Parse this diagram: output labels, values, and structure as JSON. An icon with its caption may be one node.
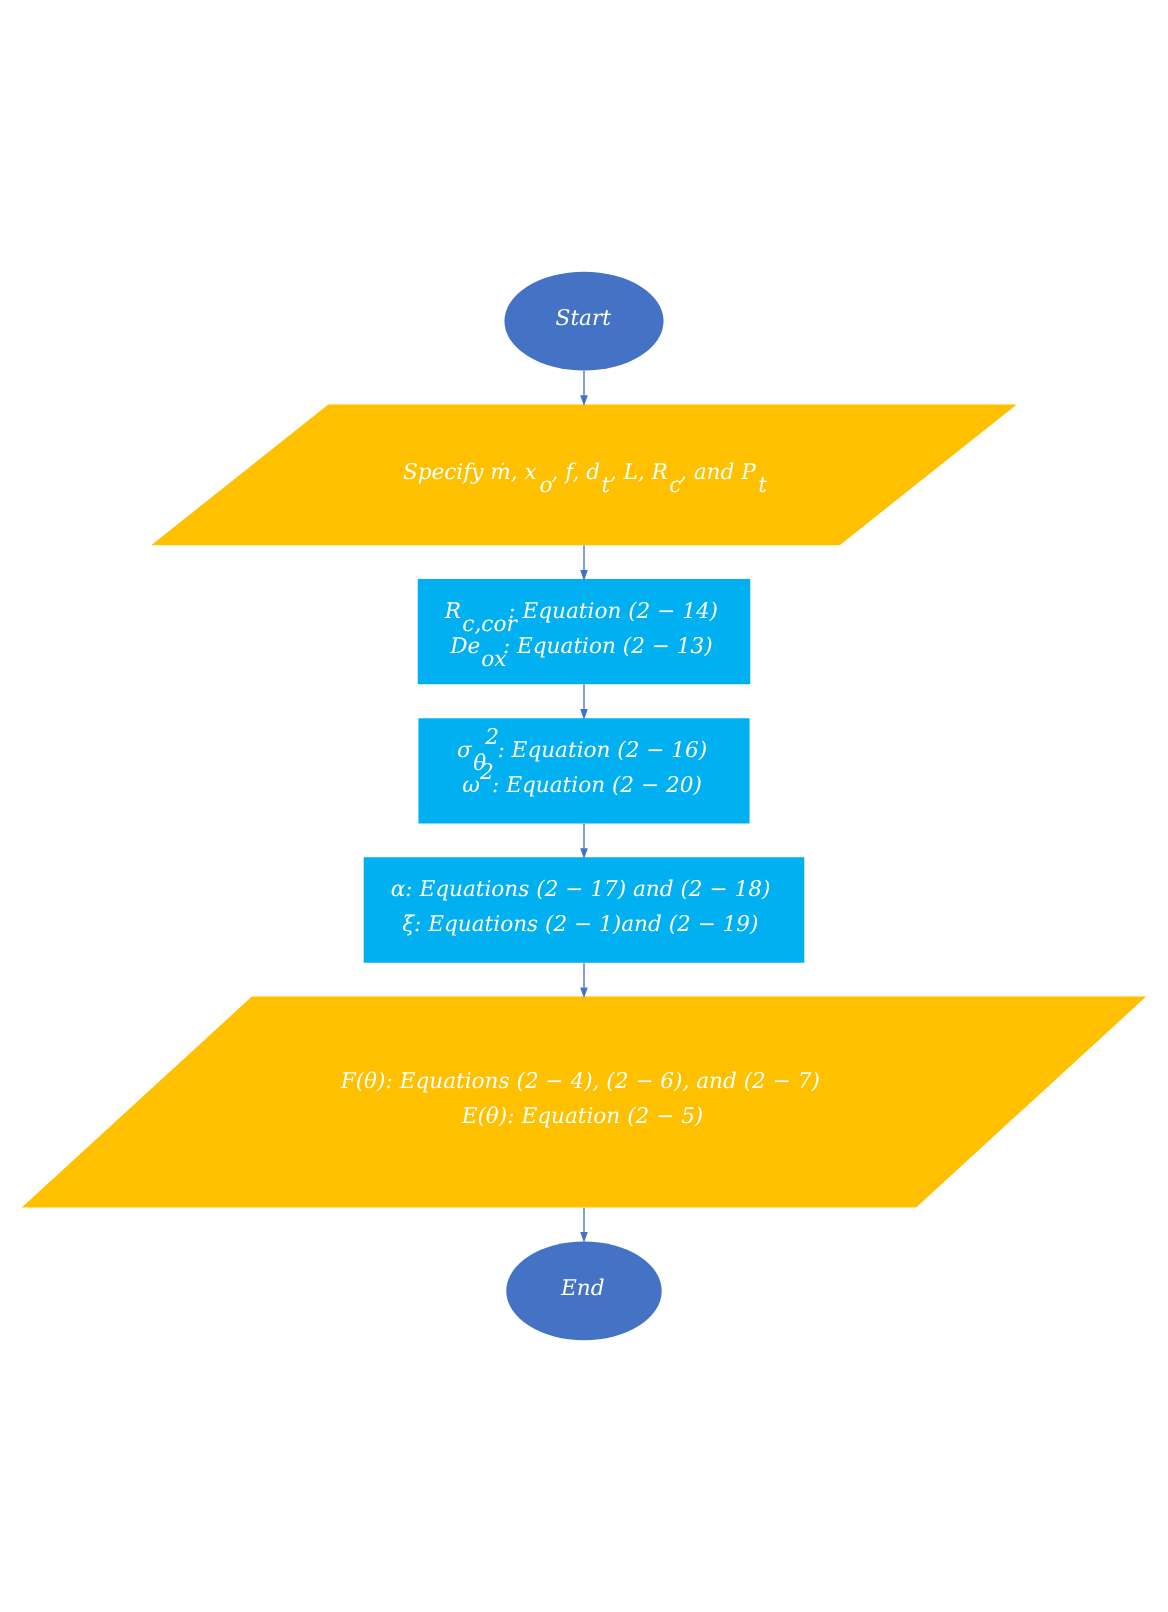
{
  "diagram": {
    "nodes": [
      {
        "text": [
          "Start"
        ]
      },
      {
        "text": [
          "Specify ṁ, x$_{o}$, f, d$_{t}$, L, R$_{c}$, and P$_{t}$"
        ]
      },
      {
        "text": [
          "R$_{c,cor}$: Equation (2 − 14)",
          "De$_{ox}$: Equation (2 − 13)"
        ]
      },
      {
        "text": [
          "σ$_{θ}$$^{2}$: Equation (2 − 16)",
          "ω$^{2}$: Equation (2 − 20)"
        ]
      },
      {
        "text": [
          "α: Equations (2 − 17) and (2 − 18)",
          "ξ: Equations (2 − 1)and (2 − 19)"
        ]
      },
      {
        "text": [
          "F(θ): Equations (2 − 4), (2 − 6), and (2 − 7)",
          "E(θ): Equation (2 − 5)"
        ]
      },
      {
        "text": [
          "End"
        ]
      }
    ],
    "edges": [
      {
        "from": 0,
        "to": 1,
        "arrow": "to"
      },
      {
        "from": 1,
        "to": 2,
        "arrow": "to"
      },
      {
        "from": 2,
        "to": 3,
        "arrow": "to"
      },
      {
        "from": 3,
        "to": 4,
        "arrow": "to"
      },
      {
        "from": 4,
        "to": 5,
        "arrow": "to"
      },
      {
        "from": 5,
        "to": 6,
        "arrow": "to"
      }
    ]
  }
}
